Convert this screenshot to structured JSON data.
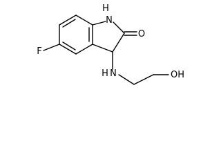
{
  "molecule": {
    "atoms": {
      "nh_ring": "H",
      "n_ring": "N",
      "carbonyl_o": "O",
      "fluorine": "F",
      "amine_h": "H",
      "amine_n": "N",
      "hydroxyl": "OH"
    }
  },
  "colors": {
    "bond": "#000000",
    "label": "#000000",
    "background": "#ffffff"
  }
}
